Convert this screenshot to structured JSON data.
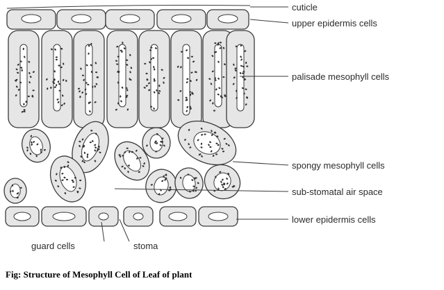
{
  "labels": {
    "cuticle": "cuticle",
    "upper_epidermis": "upper epidermis cells",
    "palisade": "palisade mesophyll cells",
    "spongy": "spongy mesophyll cells",
    "air_space": "sub-stomatal air space",
    "lower_epidermis": "lower epidermis cells",
    "guard_cells": "guard cells",
    "stoma": "stoma"
  },
  "caption": "Fig: Structure of Mesophyll Cell of Leaf of plant",
  "colors": {
    "cell_fill": "#e6e6e6",
    "outline": "#3a3a3a",
    "dots": "#333333"
  }
}
